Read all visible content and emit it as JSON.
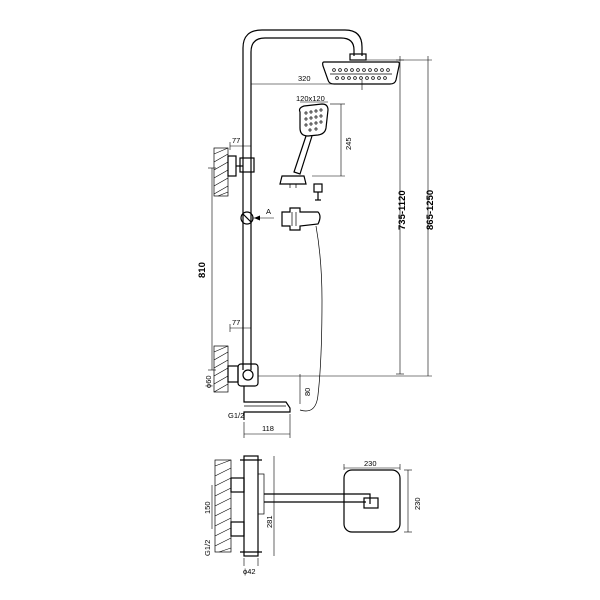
{
  "dimensions": {
    "rain_head_reach": "320",
    "hand_head_size": "120x120",
    "hand_head_length": "245",
    "wall_offset_upper": "77",
    "wall_offset_lower": "77",
    "bar_length": "810",
    "column_height_range": "735-1120",
    "total_height_range": "865-1250",
    "detail_marker": "A",
    "pipe_diameter": "ϕ60",
    "spout_drop": "80",
    "thread_size": "G1/2",
    "spout_reach": "118",
    "head_width": "230",
    "head_depth": "230",
    "inlet_spacing": "150",
    "mixer_length": "281",
    "bottom_thread": "G1/2",
    "bottom_diameter": "ϕ42"
  }
}
